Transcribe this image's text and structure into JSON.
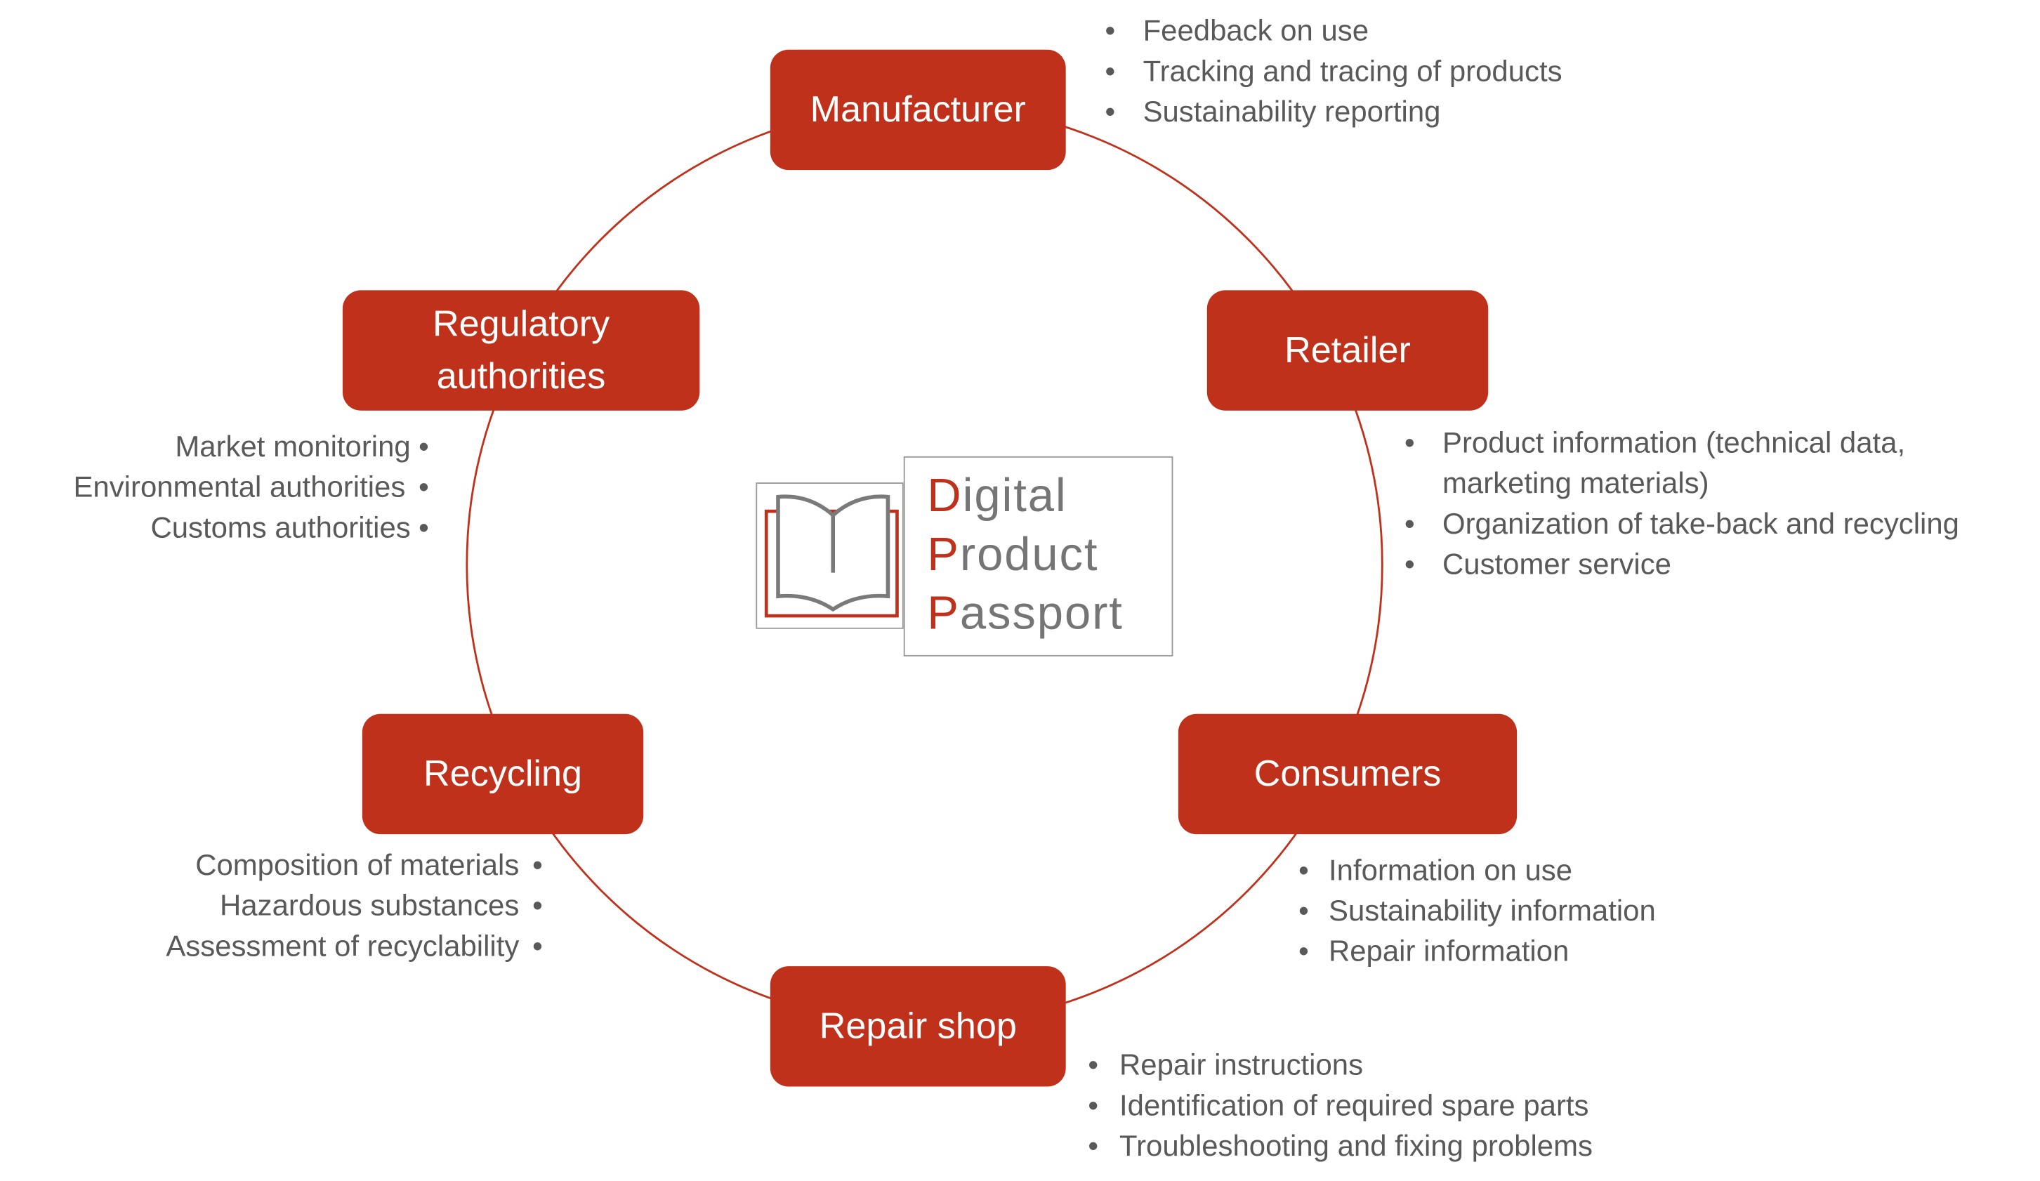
{
  "title": "Digital Product Passport",
  "logo": {
    "lines": [
      {
        "initial": "D",
        "rest": "igital"
      },
      {
        "initial": "P",
        "rest": "roduct"
      },
      {
        "initial": "P",
        "rest": "assport"
      }
    ]
  },
  "colors": {
    "accent": "#C0311B",
    "text": "#595959",
    "logo_gray": "#757575"
  },
  "nodes": [
    {
      "label": "Manufacturer",
      "items": [
        "Feedback on use",
        "Tracking and tracing of products",
        "Sustainability reporting"
      ]
    },
    {
      "label": "Retailer",
      "items": [
        "Product information (technical data,",
        "marketing materials)",
        "Organization of take-back and recycling",
        "Customer service"
      ]
    },
    {
      "label": "Consumers",
      "items": [
        "Information on use",
        "Sustainability information",
        "Repair information"
      ]
    },
    {
      "label": "Repair shop",
      "items": [
        "Repair instructions",
        "Identification of required spare parts",
        "Troubleshooting and fixing problems"
      ]
    },
    {
      "label": "Recycling",
      "items": [
        "Composition of materials",
        "Hazardous substances",
        "Assessment of recyclability"
      ]
    },
    {
      "label": "Regulatory authorities",
      "items": [
        "Market monitoring",
        "Environmental authorities",
        "Customs authorities"
      ]
    }
  ]
}
